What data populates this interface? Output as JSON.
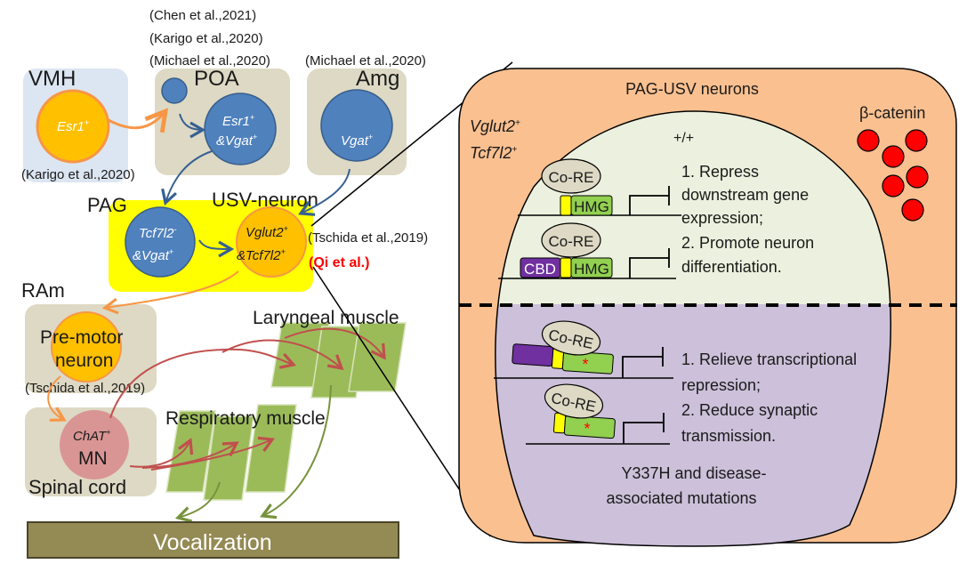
{
  "citations": {
    "chen2021": "(Chen et al.,2021)",
    "karigo2020_poa": "(Karigo et al.,2020)",
    "michael2020_poa": "(Michael et al.,2020)",
    "michael2020_amg": "(Michael et al.,2020)",
    "karigo2020_vmh": "(Karigo et al.,2020)",
    "tschida2019_pag": "(Tschida et al.,2019)",
    "qi": "(Qi et al.)",
    "tschida2019_ram": "(Tschida et al.,2019)"
  },
  "regions": {
    "vmh": "VMH",
    "poa": "POA",
    "amg": "Amg",
    "pag": "PAG",
    "usv_neuron": "USV-neuron",
    "ram": "RAm",
    "spinal_cord": "Spinal cord"
  },
  "neurons": {
    "vmh_esr1": "Esr1",
    "poa_esr1": "Esr1",
    "poa_vgat": "&Vgat",
    "amg_vgat": "Vgat",
    "pag_tcf": "Tcf7l2",
    "pag_vgat": "&Vgat",
    "usv_vglut": "Vglut2",
    "usv_tcf": "&Tcf7l2",
    "premotor_1": "Pre-motor",
    "premotor_2": "neuron",
    "mn_chat": "ChAT",
    "mn": "MN",
    "plus": "+",
    "minus": "-"
  },
  "muscles": {
    "laryngeal": "Laryngeal muscle",
    "respiratory": "Respiratory muscle"
  },
  "output": {
    "vocalization": "Vocalization"
  },
  "panel": {
    "title": "PAG-USV neurons",
    "marker1": "Vglut2",
    "marker2": "Tcf7l2",
    "plus": "+",
    "beta_catenin": "β-catenin",
    "genotype": "+/+",
    "co_re": "Co-RE",
    "hmg": "HMG",
    "cbd": "CBD",
    "mutation_star": "*",
    "wt_effects": [
      "1. Repress",
      "downstream gene",
      "expression;",
      "2. Promote neuron",
      "differentiation."
    ],
    "mut_effects": [
      "1. Relieve transcriptional",
      "repression;",
      "2. Reduce synaptic",
      "transmission."
    ],
    "mut_label": [
      "Y337H and disease-",
      "associated mutations"
    ]
  },
  "colors": {
    "vmh_box": "#dce6f2",
    "region_box": "#ddd9c4",
    "pag_box": "#ffff00",
    "orange_neuron": "#ffc000",
    "orange_stroke": "#f79646",
    "blue_neuron": "#4f81bd",
    "mn_pink": "#d99594",
    "muscle_green": "#9bbb59",
    "red_arrow": "#c0504d",
    "green_arrow": "#77933c",
    "vocal_box": "#948a54",
    "cell_orange": "#fac090",
    "nucleus_wt": "#ebf1de",
    "nucleus_mut": "#ccc0da",
    "cbd_purple": "#7030a0",
    "linker_yellow": "#ffff00",
    "hmg_green": "#92d050",
    "co_re": "#ddd9c4",
    "beta_catenin": "#ff0000",
    "qi_red": "#ff0000"
  }
}
